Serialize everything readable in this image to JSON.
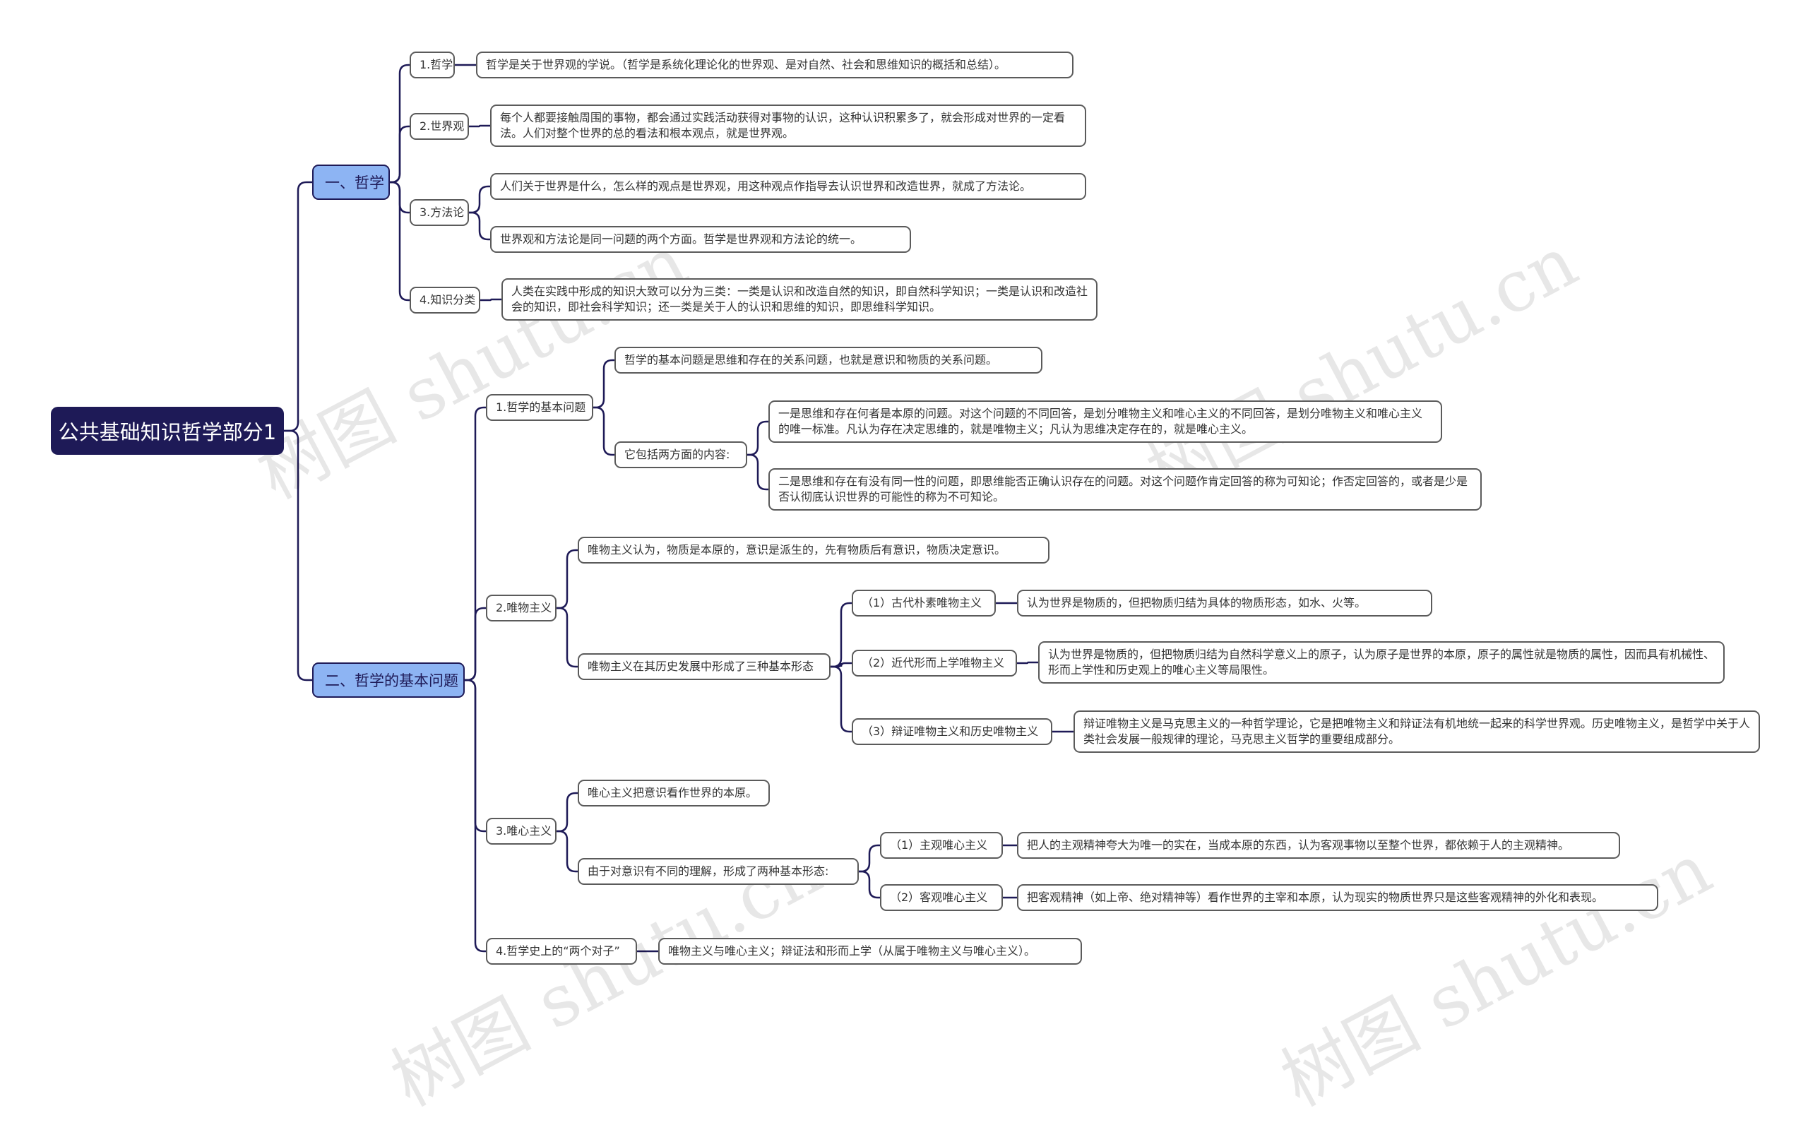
{
  "root": {
    "label": "公共基础知识哲学部分1"
  },
  "branches": {
    "philosophy": {
      "label": "一、哲学",
      "items": {
        "philosophy_def": {
          "label": "1.哲学",
          "text": "哲学是关于世界观的学说。（哲学是系统化理论化的世界观、是对自然、社会和思维知识的概括和总结）。"
        },
        "worldview": {
          "label": "2.世界观",
          "text": "每个人都要接触周围的事物，都会通过实践活动获得对事物的认识，这种认识积累多了，就会形成对世界的一定看法。人们对整个世界的总的看法和根本观点，就是世界观。"
        },
        "methodology": {
          "label": "3.方法论",
          "text1": "人们关于世界是什么，怎么样的观点是世界观，用这种观点作指导去认识世界和改造世界，就成了方法论。",
          "text2": "世界观和方法论是同一问题的两个方面。哲学是世界观和方法论的统一。"
        },
        "knowledge": {
          "label": "4.知识分类",
          "text": "人类在实践中形成的知识大致可以分为三类：一类是认识和改造自然的知识，即自然科学知识；一类是认识和改造社会的知识，即社会科学知识；还一类是关于人的认识和思维的知识，即思维科学知识。"
        }
      }
    },
    "basic_question": {
      "label": "二、哲学的基本问题",
      "items": {
        "bq": {
          "label": "1.哲学的基本问题",
          "text": "哲学的基本问题是思维和存在的关系问题，也就是意识和物质的关系问题。",
          "aspects_label": "它包括两方面的内容:",
          "aspect1": "一是思维和存在何者是本原的问题。对这个问题的不同回答，是划分唯物主义和唯心主义的不同回答，是划分唯物主义和唯心主义的唯一标准。凡认为存在决定思维的，就是唯物主义；凡认为思维决定存在的，就是唯心主义。",
          "aspect2": "二是思维和存在有没有同一性的问题，即思维能否正确认识存在的问题。对这个问题作肯定回答的称为可知论；作否定回答的，或者是少是否认彻底认识世界的可能性的称为不可知论。"
        },
        "materialism": {
          "label": "2.唯物主义",
          "text": "唯物主义认为，物质是本原的，意识是派生的，先有物质后有意识，物质决定意识。",
          "forms_label": "唯物主义在其历史发展中形成了三种基本形态",
          "form1_label": "（1）古代朴素唯物主义",
          "form1_text": "认为世界是物质的，但把物质归结为具体的物质形态，如水、火等。",
          "form2_label": "（2）近代形而上学唯物主义",
          "form2_text": "认为世界是物质的，但把物质归结为自然科学意义上的原子，认为原子是世界的本原，原子的属性就是物质的属性，因而具有机械性、形而上学性和历史观上的唯心主义等局限性。",
          "form3_label": "（3）辩证唯物主义和历史唯物主义",
          "form3_text": "辩证唯物主义是马克思主义的一种哲学理论，它是把唯物主义和辩证法有机地统一起来的科学世界观。历史唯物主义，是哲学中关于人类社会发展一般规律的理论，马克思主义哲学的重要组成部分。"
        },
        "idealism": {
          "label": "3.唯心主义",
          "text": "唯心主义把意识看作世界的本原。",
          "forms_label": "由于对意识有不同的理解，形成了两种基本形态:",
          "form1_label": "（1）主观唯心主义",
          "form1_text": "把人的主观精神夸大为唯一的实在，当成本原的东西，认为客观事物以至整个世界，都依赖于人的主观精神。",
          "form2_label": "（2）客观唯心主义",
          "form2_text": "把客观精神（如上帝、绝对精神等）看作世界的主宰和本原，认为现实的物质世界只是这些客观精神的外化和表现。"
        },
        "pairs": {
          "label": "4.哲学史上的“两个对子”",
          "text": "唯物主义与唯心主义；辩证法和形而上学（从属于唯物主义与唯心主义）。"
        }
      }
    }
  },
  "watermark": {
    "text": "树图 shutu.cn"
  },
  "colors": {
    "root": "#1e1a57",
    "level1": "#8db4f3",
    "line": "#1e1a57",
    "node_border": "#5b5b5b"
  }
}
